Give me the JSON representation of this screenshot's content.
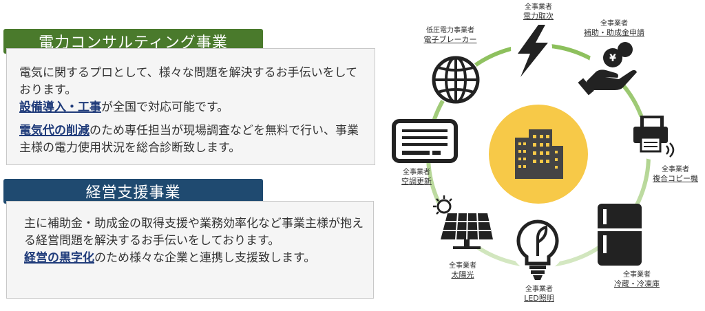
{
  "sections": [
    {
      "title": "電力コンサルティング事業",
      "color": "#4a7a2c",
      "paragraphs": [
        [
          {
            "text": "電気に関するプロとして、様々な問題を解決するお手伝いをしております。",
            "hl": false
          },
          {
            "text": "設備導入・工事",
            "hl": true,
            "br_before": true
          },
          {
            "text": "が全国で対応可能です。",
            "hl": false
          }
        ],
        [
          {
            "text": "電気代の削減",
            "hl": true
          },
          {
            "text": "のため専任担当が現場調査などを無料で行い、事業主様の電力使用状況を総合診断致します。",
            "hl": false
          }
        ]
      ]
    },
    {
      "title": "経営支援事業",
      "color": "#1f4a70",
      "paragraphs": [
        [
          {
            "text": "主に補助金・助成金の取得支援や業務効率化など事業主様が抱える経営問題を解決するお手伝いをしております。",
            "hl": false
          },
          {
            "text": "経営の黒字化",
            "hl": true,
            "br_before": true
          },
          {
            "text": "のため様々な企業と連携し支援致します。",
            "hl": false
          }
        ]
      ]
    }
  ],
  "diagram": {
    "ring_color": "#8bbf5a",
    "center_color": "#f7c948",
    "center_icon": "building-icon",
    "items": [
      {
        "id": "power",
        "scope": "全事業者",
        "label": "電力取次",
        "icon": "lightning-icon"
      },
      {
        "id": "subsidy",
        "scope": "全事業者",
        "label": "補助・助成金申請",
        "icon": "yen-hand-icon"
      },
      {
        "id": "copier",
        "scope": "全事業者",
        "label": "複合コピー機",
        "icon": "printer-icon"
      },
      {
        "id": "fridge",
        "scope": "全事業者",
        "label": "冷蔵・冷凍庫",
        "icon": "fridge-icon"
      },
      {
        "id": "led",
        "scope": "全事業者",
        "label": "LED照明",
        "icon": "bulb-icon"
      },
      {
        "id": "solar",
        "scope": "全事業者",
        "label": "太陽光",
        "icon": "solar-panel-icon"
      },
      {
        "id": "aircon",
        "scope": "全事業者",
        "label": "空調更新",
        "icon": "aircon-icon"
      },
      {
        "id": "breaker",
        "scope": "低圧電力事業者",
        "label": "電子ブレーカー",
        "icon": "globe-icon"
      }
    ]
  }
}
